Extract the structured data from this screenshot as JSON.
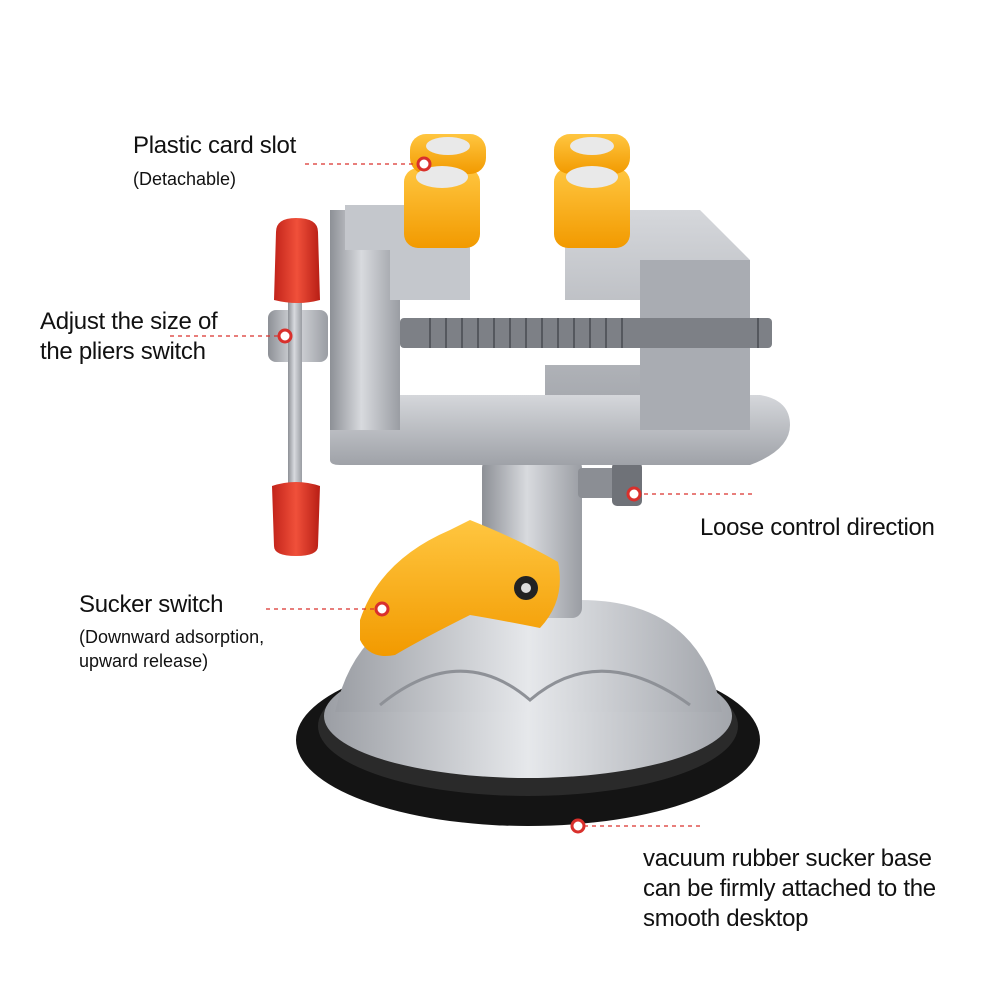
{
  "callouts": {
    "plastic_card_slot": {
      "title": "Plastic card slot",
      "note": "(Detachable)"
    },
    "adjust_size": {
      "line1": "Adjust the size of",
      "line2": "the pliers switch"
    },
    "loose_control": {
      "title": "Loose control direction"
    },
    "sucker_switch": {
      "title": "Sucker switch",
      "note1": "(Downward adsorption,",
      "note2": "upward release)"
    },
    "sucker_base": {
      "line1": "vacuum rubber sucker base",
      "line2": "can be firmly attached to the",
      "line3": "smooth desktop"
    }
  },
  "colors": {
    "callout_line": "#d9302c",
    "aluminum": "#b9bcc1",
    "pad_orange": "#ffb21a",
    "handle_red": "#e0311f",
    "rubber_ring": "#141414"
  }
}
